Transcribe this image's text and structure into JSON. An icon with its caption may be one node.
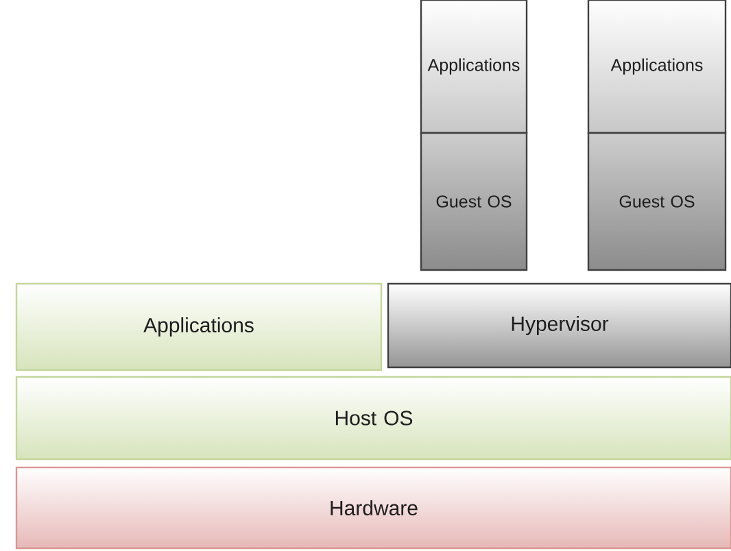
{
  "diagram": {
    "nodes": [
      {
        "text": [
          "Applications"
        ]
      },
      {
        "text": [
          "Guest OS"
        ]
      },
      {
        "text": [
          "Applications"
        ]
      },
      {
        "text": [
          "Guest OS"
        ]
      },
      {
        "text": [
          "Applications"
        ]
      },
      {
        "text": [
          "Hypervisor"
        ]
      },
      {
        "text": [
          "Host OS"
        ]
      },
      {
        "text": [
          "Hardware"
        ]
      }
    ]
  }
}
